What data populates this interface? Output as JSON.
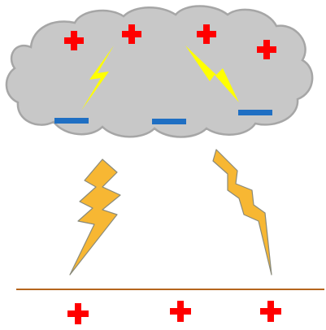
{
  "diagram": {
    "colors": {
      "cloud_fill": "#c8c8c8",
      "cloud_stroke": "#a6a6a6",
      "positive_charge": "#ff0000",
      "negative_charge": "#1f6fc3",
      "cloud_lightning": "#ffff00",
      "lightning_bolt_fill": "#f7b733",
      "lightning_bolt_stroke": "#8a8a7a",
      "ground_line": "#b5651d"
    },
    "cloud": {
      "positive_charges": 4,
      "negative_charges": 3,
      "internal_lightning_icons": 2
    },
    "sky": {
      "lightning_bolts": 2
    },
    "ground": {
      "positive_charges": 3
    }
  }
}
